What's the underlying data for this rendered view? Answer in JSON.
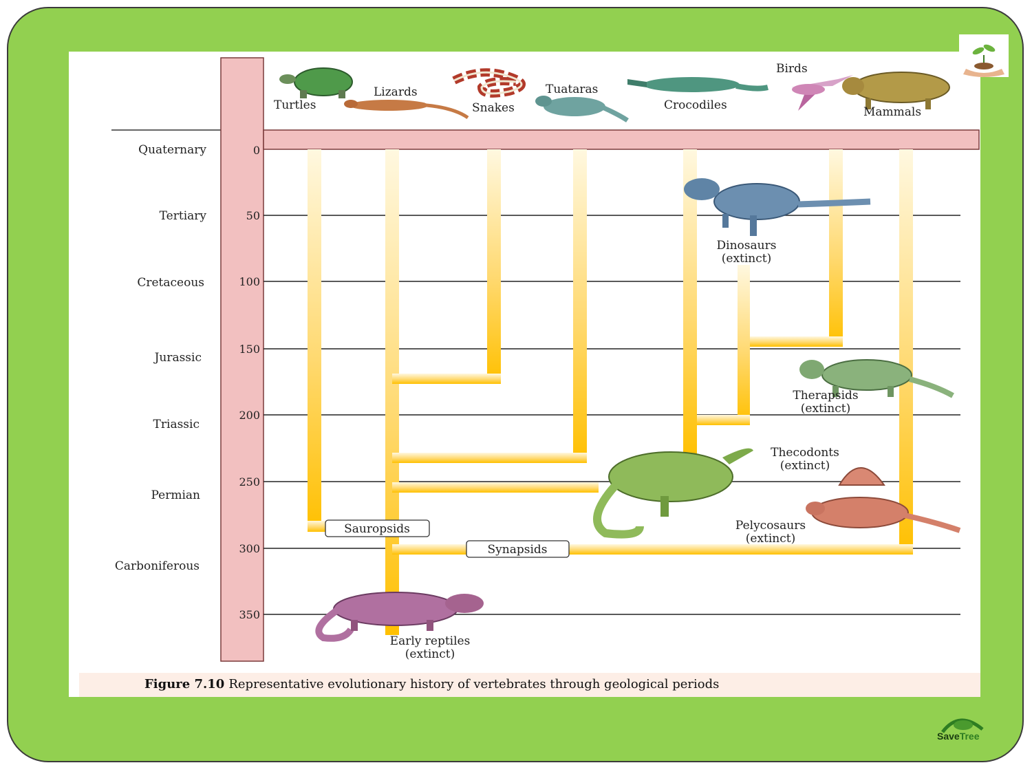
{
  "figure": {
    "caption_number": "Figure 7.10",
    "caption_text": "Representative evolutionary history of vertebrates through geological periods",
    "periods": [
      "Quaternary",
      "Tertiary",
      "Cretaceous",
      "Jurassic",
      "Triassic",
      "Permian",
      "Carboniferous"
    ],
    "ticks": [
      "0",
      "50",
      "100",
      "150",
      "200",
      "250",
      "300",
      "350"
    ],
    "groups": {
      "turtles": "Turtles",
      "lizards": "Lizards",
      "snakes": "Snakes",
      "tuataras": "Tuataras",
      "crocodiles": "Crocodiles",
      "birds": "Birds",
      "mammals": "Mammals"
    },
    "labels": {
      "dinosaurs": "Dinosaurs",
      "dinosaurs_status": "(extinct)",
      "therapsids": "Therapsids",
      "therapsids_status": "(extinct)",
      "thecodonts": "Thecodonts",
      "thecodonts_status": "(extinct)",
      "pelycosaurs": "Pelycosaurs",
      "pelycosaurs_status": "(extinct)",
      "early_reptiles": "Early reptiles",
      "early_reptiles_status": "(extinct)",
      "sauropsids": "Sauropsids",
      "synapsids": "Synapsids"
    },
    "colors": {
      "background_green": "#92d050",
      "timeline_pink": "#f2c0c0",
      "branch_yellow": "#ffc000"
    }
  },
  "logos": {
    "savetree_part1": "Save",
    "savetree_part2": "Tree"
  }
}
